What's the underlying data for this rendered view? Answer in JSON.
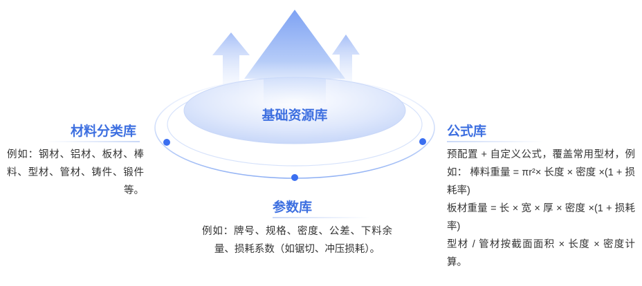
{
  "center": {
    "title": "基础资源库"
  },
  "material": {
    "title": "材料分类库",
    "body": "例如：钢材、铝材、板材、棒料、型材、管材、铸件、锻件等。"
  },
  "parameter": {
    "title": "参数库",
    "body": "例如：牌号、规格、密度、公差、下料余量、损耗系数（如锯切、冲压损耗）。"
  },
  "formula": {
    "title": "公式库",
    "lines": [
      "预配置 + 自定义公式，覆盖常用型材，例如： 棒料重量 = πr²× 长度 × 密度 ×(1 + 损耗率)",
      "板材重量 = 长 × 宽 × 厚 × 密度 ×(1 + 损耗率)",
      "型材 / 管材按截面面积 × 长度 × 密度计算。"
    ]
  },
  "colors": {
    "accent": "#3d6fe0",
    "text": "#333333",
    "dot": "#3b6ff0"
  }
}
